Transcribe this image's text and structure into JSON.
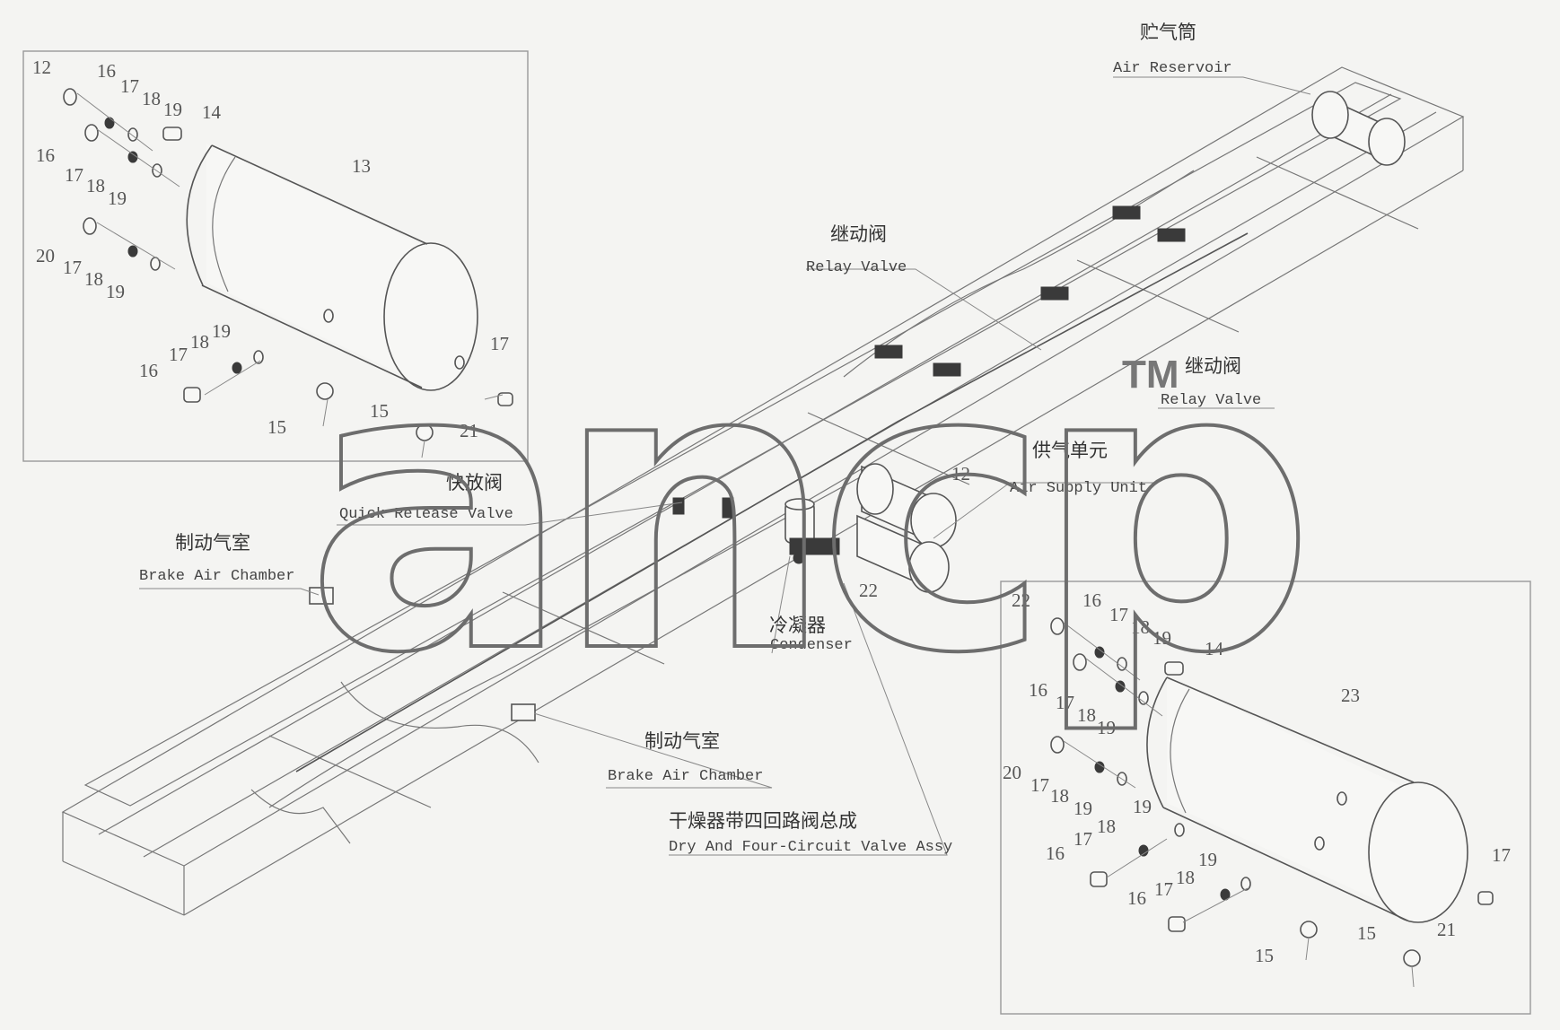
{
  "labels": {
    "air_reservoir": {
      "zh": "贮气筒",
      "en": "Air Reservoir"
    },
    "relay_valve_1": {
      "zh": "继动阀",
      "en": "Relay Valve"
    },
    "relay_valve_2": {
      "zh": "继动阀",
      "en": "Relay Valve"
    },
    "air_supply_unit": {
      "zh": "供气单元",
      "en": "Air Supply Unit"
    },
    "quick_release_valve": {
      "zh": "快放阀",
      "en": "Quick Release Valve"
    },
    "brake_air_chamber_1": {
      "zh": "制动气室",
      "en": "Brake Air Chamber"
    },
    "brake_air_chamber_2": {
      "zh": "制动气室",
      "en": "Brake Air Chamber"
    },
    "condenser": {
      "zh": "冷凝器",
      "en": "Condenser"
    },
    "dryer_assy": {
      "zh": "干燥器带四回路阀总成",
      "en": "Dry And Four-Circuit Valve Assy"
    }
  },
  "watermark": {
    "text": "ancp",
    "tm": "TM"
  },
  "left_detail_numbers": [
    "12",
    "16",
    "17",
    "18",
    "19",
    "14",
    "16",
    "17",
    "18",
    "19",
    "13",
    "20",
    "17",
    "18",
    "19",
    "19",
    "18",
    "17",
    "16",
    "17",
    "15",
    "15",
    "21"
  ],
  "right_detail_numbers": [
    "22",
    "16",
    "17",
    "18",
    "19",
    "14",
    "16",
    "17",
    "18",
    "19",
    "23",
    "20",
    "17",
    "18",
    "19",
    "19",
    "18",
    "17",
    "16",
    "19",
    "18",
    "17",
    "17",
    "16",
    "15",
    "15",
    "21"
  ],
  "main_numbers": [
    "12",
    "22"
  ],
  "colors": {
    "line": "#777777",
    "text": "#333333",
    "background": "#f4f4f2"
  }
}
